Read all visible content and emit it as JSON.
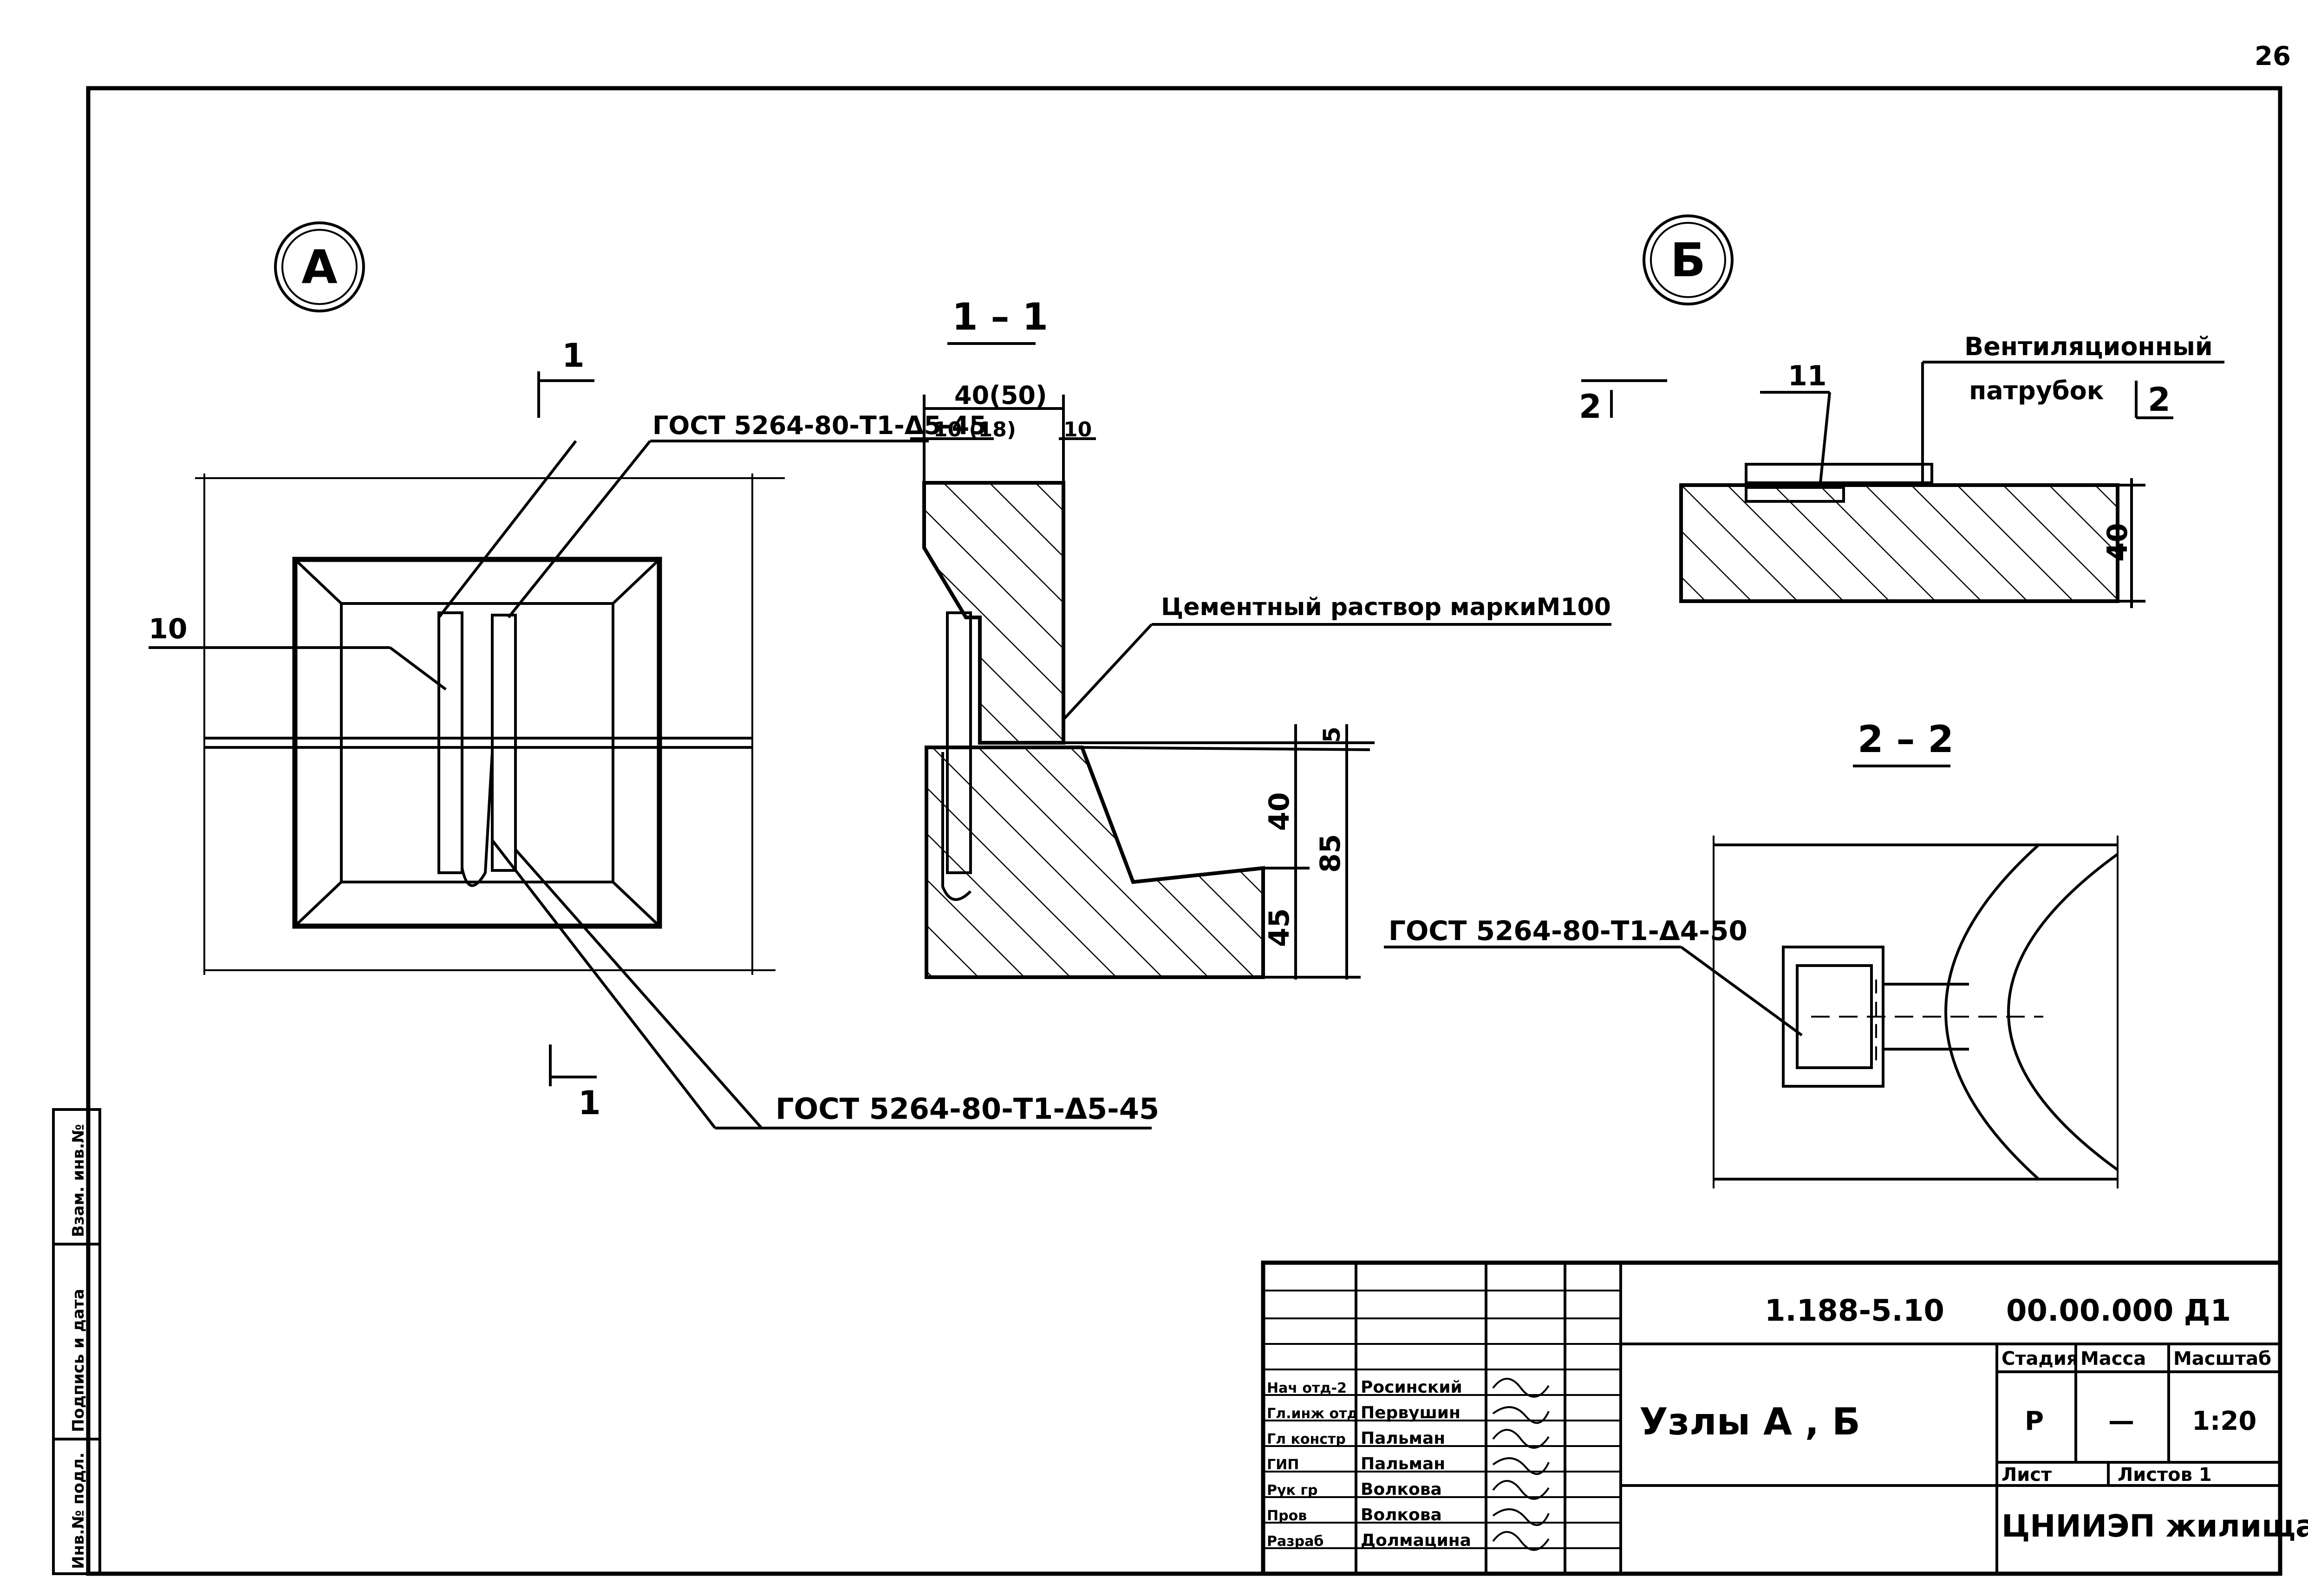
{
  "page_number": "26",
  "node_a": {
    "marker": "А",
    "section_mark_label": "1",
    "dim_left": "10",
    "label_top": "ГОСТ 5264-80-Т1-Δ5-45",
    "label_bottom": "ГОСТ 5264-80-Т1-Δ5-45"
  },
  "section_1_1": {
    "title": "1 – 1",
    "dim_total": "40(50)",
    "dim_inner": "10 (18)",
    "dim_right": "10",
    "mortar_label": "Цементный  раствор  маркиМ100",
    "dim_5": "5",
    "dim_40": "40",
    "dim_45": "45",
    "dim_85": "85"
  },
  "node_b": {
    "marker": "Б",
    "section_mark_label": "2",
    "callout_number": "11",
    "vent_label_line1": "Вентиляционный",
    "vent_label_line2": "патрубок",
    "dim_40": "40"
  },
  "section_2_2": {
    "title": "2 – 2",
    "label": "ГОСТ 5264-80-Т1-Δ4-50"
  },
  "side_stamp": {
    "box1": "Взам. инв.№",
    "box2": "Подпись и дата",
    "box3": "Инв.№ подл."
  },
  "title_block": {
    "doc_code": "1.188-5.10",
    "doc_number": "00.00.000 Д1",
    "title": "Узлы  А , Б",
    "stage_header": "Стадия",
    "mass_header": "Масса",
    "scale_header": "Масштаб",
    "stage": "Р",
    "mass": "—",
    "scale": "1:20",
    "sheet_label": "Лист",
    "sheets_label": "Листов 1",
    "organization": "ЦНИИЭП жилища",
    "roles": [
      {
        "role": "Нач отд-2",
        "name": "Росинский"
      },
      {
        "role": "Гл.инж отд",
        "name": "Первушин"
      },
      {
        "role": "Гл констр",
        "name": "Пальман"
      },
      {
        "role": "ГИП",
        "name": "Пальман"
      },
      {
        "role": "Рук гр",
        "name": "Волкова"
      },
      {
        "role": "Пров",
        "name": "Волкова"
      },
      {
        "role": "Разраб",
        "name": "Долмацина"
      }
    ]
  }
}
